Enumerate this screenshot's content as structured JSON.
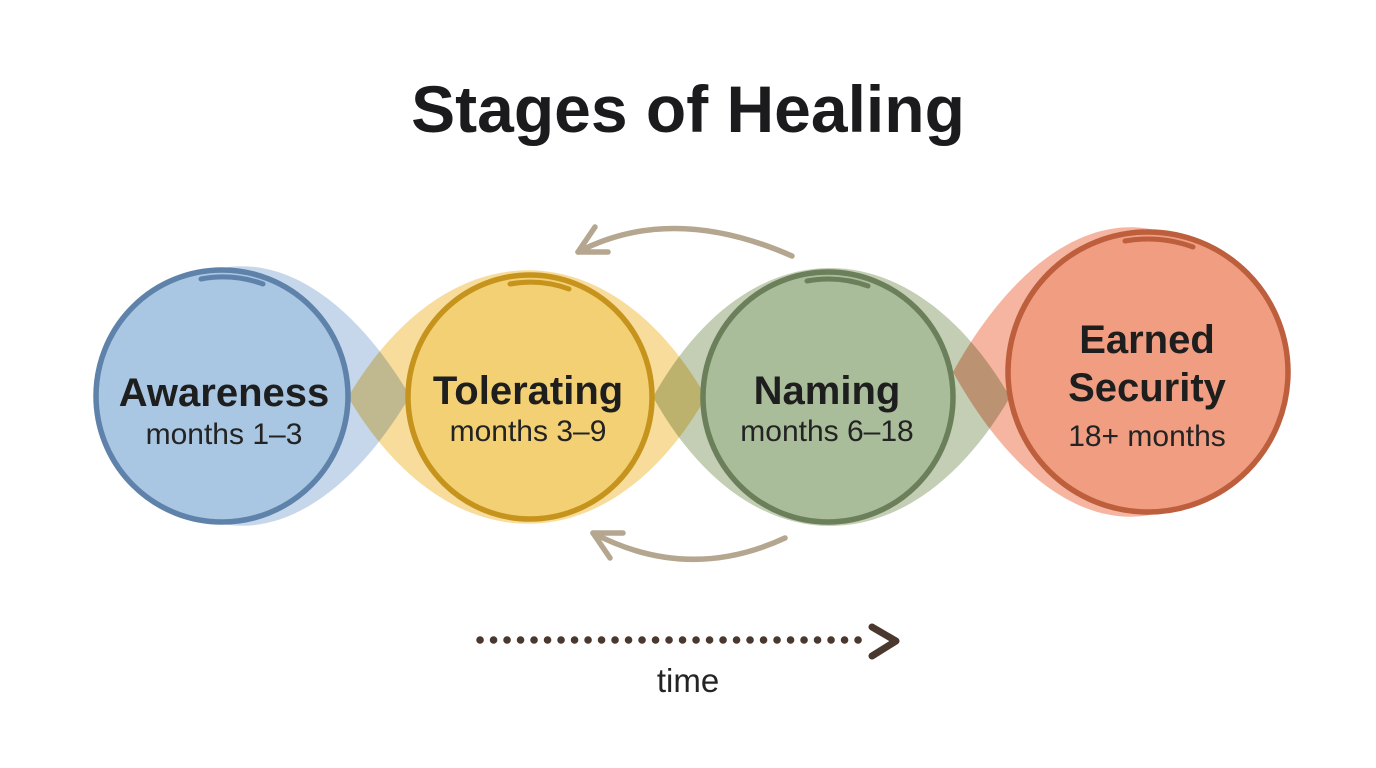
{
  "title": "Stages of Healing",
  "stages": [
    {
      "name": "Awareness",
      "months": "months 1–3",
      "fill": "#a9c6e2",
      "stroke": "#5e82aa",
      "tint": "#c6d7eb"
    },
    {
      "name": "Tolerating",
      "months": "months 3–9",
      "fill": "#f3d074",
      "stroke": "#c6941d",
      "tint": "#f7dc9b"
    },
    {
      "name": "Naming",
      "months": "months 6–18",
      "fill": "#a9bd9a",
      "stroke": "#6b7f5b",
      "tint": "#c3ceb4"
    },
    {
      "name": "Earned Security",
      "name_lines": [
        "Earned",
        "Security"
      ],
      "months": "18+ months",
      "fill": "#f09d81",
      "stroke": "#bd5f3c",
      "tint": "#f5b5a1"
    }
  ],
  "loop_arrows": {
    "color": "#b5a690"
  },
  "time_axis": {
    "label": "time",
    "color": "#4a382e"
  }
}
